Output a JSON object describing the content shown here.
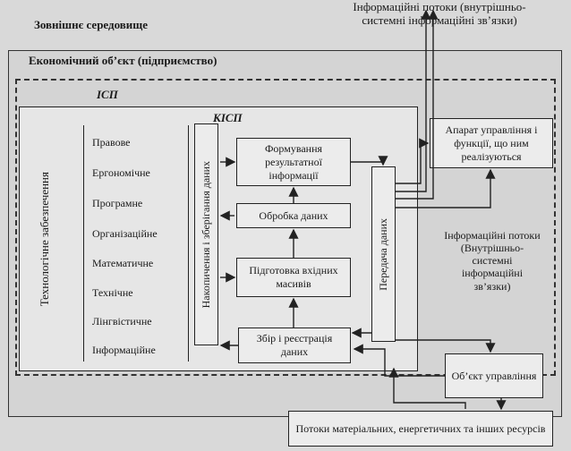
{
  "external_env": "Зовнішнє середовище",
  "info_flows_top": "Інформаційні потоки (внутрішньо-\nсистемні інформаційні зв’язки)",
  "econ_object": "Економічний об’єкт (підприємство)",
  "isp": "ІСП",
  "kisp": "КІСП",
  "tech_support": "Технологічне забезпечення",
  "support_items": [
    "Правове",
    "Ергономічне",
    "Програмне",
    "Організаційне",
    "Математичне",
    "Технічне",
    "Лінгвістичне",
    "Інформаційне"
  ],
  "storage": "Накопичення і зберігання даних",
  "formation": "Формування результатної інформації",
  "processing": "Обробка даних",
  "preparation": "Підготовка вхідних масивів",
  "collection": "Збір і реєстрація даних",
  "transfer": "Передача даних",
  "management": "Апарат управління і функції, що ним реалізуються",
  "info_flows_right": "Інформаційні потоки (Внутрішньо-системні інформаційні зв’язки)",
  "control_object": "Об’єкт управління",
  "resource_flows": "Потоки матеріальних, енергетичних та інших ресурсів"
}
